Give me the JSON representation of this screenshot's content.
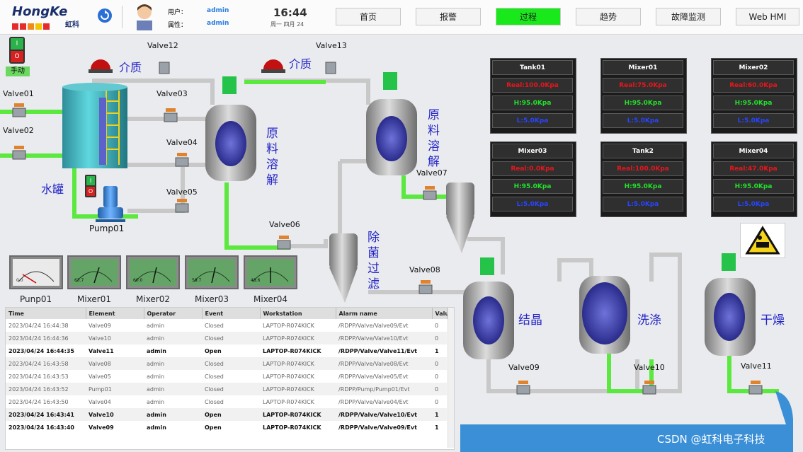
{
  "header": {
    "logo": "HongKe",
    "logo_sub": "虹科",
    "user_label": "用户：",
    "user_value": "admin",
    "attr_label": "属性：",
    "attr_value": "admin",
    "time": "16:44",
    "date": "周一 四月 24",
    "nav": [
      "首页",
      "报警",
      "过程",
      "趋势",
      "故障监测",
      "Web HMI"
    ],
    "active_nav": "过程"
  },
  "controls": {
    "mode_label": "手动",
    "switch_on": "I",
    "switch_off": "O"
  },
  "media_labels": [
    "介质",
    "介质"
  ],
  "valves": [
    "Valve01",
    "Valve02",
    "Valve03",
    "Valve04",
    "Valve05",
    "Valve06",
    "Valve07",
    "Valve08",
    "Valve09",
    "Valve10",
    "Valve11",
    "Valve12",
    "Valve13"
  ],
  "equipment": {
    "tank": "水罐",
    "pump": "Pump01",
    "mixer1_text": "原料溶解",
    "mixer2_text": "原料溶解",
    "filter_text": "除菌过滤",
    "crystal_text": "结晶",
    "wash_text": "洗涤",
    "dry_text": "干燥"
  },
  "panels": [
    {
      "title": "Tank01",
      "real": "Real:100.0Kpa",
      "high": "H:95.0Kpa",
      "low": "L:5.0Kpa"
    },
    {
      "title": "Mixer01",
      "real": "Real:75.0Kpa",
      "high": "H:95.0Kpa",
      "low": "L:5.0Kpa"
    },
    {
      "title": "Mixer02",
      "real": "Real:60.0Kpa",
      "high": "H:95.0Kpa",
      "low": "L:5.0Kpa"
    },
    {
      "title": "Mixer03",
      "real": "Real:0.0Kpa",
      "high": "H:95.0Kpa",
      "low": "L:5.0Kpa"
    },
    {
      "title": "Tank2",
      "real": "Real:100.0Kpa",
      "high": "H:95.0Kpa",
      "low": "L:5.0Kpa"
    },
    {
      "title": "Mixer04",
      "real": "Real:47.0Kpa",
      "high": "H:95.0Kpa",
      "low": "L:5.0Kpa"
    }
  ],
  "gauges": [
    {
      "label": "Punp01",
      "value": "0.0"
    },
    {
      "label": "Mixer01",
      "value": "63.7"
    },
    {
      "label": "Mixer02",
      "value": "60.0"
    },
    {
      "label": "Mixer03",
      "value": "59.7"
    },
    {
      "label": "Mixer04",
      "value": "48.6"
    }
  ],
  "table": {
    "columns": [
      "Time",
      "Element",
      "Operator",
      "Event",
      "Workstation",
      "Alarm name",
      "Valu"
    ],
    "rows": [
      {
        "time": "2023/04/24 16:44:38",
        "element": "Valve09",
        "operator": "admin",
        "event": "Closed",
        "ws": "LAPTOP-R074KICK",
        "alarm": "/RDPP/Valve/Valve09/Evt",
        "value": "0",
        "bold": false
      },
      {
        "time": "2023/04/24 16:44:36",
        "element": "Valve10",
        "operator": "admin",
        "event": "Closed",
        "ws": "LAPTOP-R074KICK",
        "alarm": "/RDPP/Valve/Valve10/Evt",
        "value": "0",
        "bold": false
      },
      {
        "time": "2023/04/24 16:44:35",
        "element": "Valve11",
        "operator": "admin",
        "event": "Open",
        "ws": "LAPTOP-R074KICK",
        "alarm": "/RDPP/Valve/Valve11/Evt",
        "value": "1",
        "bold": true
      },
      {
        "time": "2023/04/24 16:43:58",
        "element": "Valve08",
        "operator": "admin",
        "event": "Closed",
        "ws": "LAPTOP-R074KICK",
        "alarm": "/RDPP/Valve/Valve08/Evt",
        "value": "0",
        "bold": false
      },
      {
        "time": "2023/04/24 16:43:53",
        "element": "Valve05",
        "operator": "admin",
        "event": "Closed",
        "ws": "LAPTOP-R074KICK",
        "alarm": "/RDPP/Valve/Valve05/Evt",
        "value": "0",
        "bold": false
      },
      {
        "time": "2023/04/24 16:43:52",
        "element": "Pump01",
        "operator": "admin",
        "event": "Closed",
        "ws": "LAPTOP-R074KICK",
        "alarm": "/RDPP/Pump/Pump01/Evt",
        "value": "0",
        "bold": false
      },
      {
        "time": "2023/04/24 16:43:50",
        "element": "Valve04",
        "operator": "admin",
        "event": "Closed",
        "ws": "LAPTOP-R074KICK",
        "alarm": "/RDPP/Valve/Valve04/Evt",
        "value": "0",
        "bold": false
      },
      {
        "time": "2023/04/24 16:43:41",
        "element": "Valve10",
        "operator": "admin",
        "event": "Open",
        "ws": "LAPTOP-R074KICK",
        "alarm": "/RDPP/Valve/Valve10/Evt",
        "value": "1",
        "bold": true
      },
      {
        "time": "2023/04/24 16:43:40",
        "element": "Valve09",
        "operator": "admin",
        "event": "Open",
        "ws": "LAPTOP-R074KICK",
        "alarm": "/RDPP/Valve/Valve09/Evt",
        "value": "1",
        "bold": true
      }
    ]
  },
  "watermark": "CSDN @虹科电子科技",
  "colors": {
    "pipe_green": "#5be83f",
    "active_nav": "#19e91b",
    "real": "#e8161c",
    "high": "#22e12b",
    "low": "#2845ff"
  },
  "icons": [
    "warning-icon",
    "alarm-light-icon",
    "user-avatar-icon"
  ]
}
